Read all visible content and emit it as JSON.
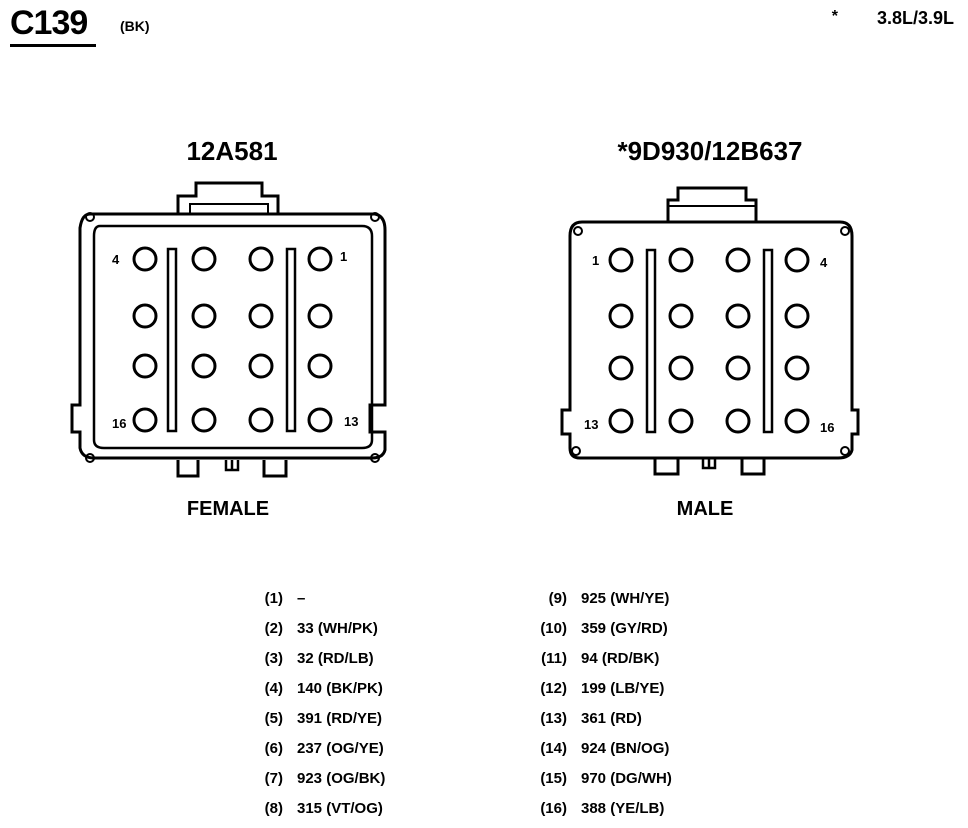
{
  "header": {
    "connector_id": "C139",
    "connector_color": "(BK)",
    "engine_star": "*",
    "engine_note": "3.8L/3.9L"
  },
  "female": {
    "part_number": "12A581",
    "gender_label": "FEMALE",
    "corner_labels": {
      "top_left": "4",
      "top_right": "1",
      "bottom_left": "16",
      "bottom_right": "13"
    }
  },
  "male": {
    "part_number": "*9D930/12B637",
    "gender_label": "MALE",
    "corner_labels": {
      "top_left": "1",
      "top_right": "4",
      "bottom_left": "13",
      "bottom_right": "16"
    }
  },
  "pinout_left": [
    {
      "pin": "(1)",
      "circuit": "–"
    },
    {
      "pin": "(2)",
      "circuit": "33 (WH/PK)"
    },
    {
      "pin": "(3)",
      "circuit": "32 (RD/LB)"
    },
    {
      "pin": "(4)",
      "circuit": "140 (BK/PK)"
    },
    {
      "pin": "(5)",
      "circuit": "391 (RD/YE)"
    },
    {
      "pin": "(6)",
      "circuit": "237 (OG/YE)"
    },
    {
      "pin": "(7)",
      "circuit": "923 (OG/BK)"
    },
    {
      "pin": "(8)",
      "circuit": "315 (VT/OG)"
    }
  ],
  "pinout_right": [
    {
      "pin": "(9)",
      "circuit": "925 (WH/YE)"
    },
    {
      "pin": "(10)",
      "circuit": "359 (GY/RD)"
    },
    {
      "pin": "(11)",
      "circuit": "94 (RD/BK)"
    },
    {
      "pin": "(12)",
      "circuit": "199 (LB/YE)"
    },
    {
      "pin": "(13)",
      "circuit": "361 (RD)"
    },
    {
      "pin": "(14)",
      "circuit": "924 (BN/OG)"
    },
    {
      "pin": "(15)",
      "circuit": "970 (DG/WH)"
    },
    {
      "pin": "(16)",
      "circuit": "388 (YE/LB)"
    }
  ]
}
